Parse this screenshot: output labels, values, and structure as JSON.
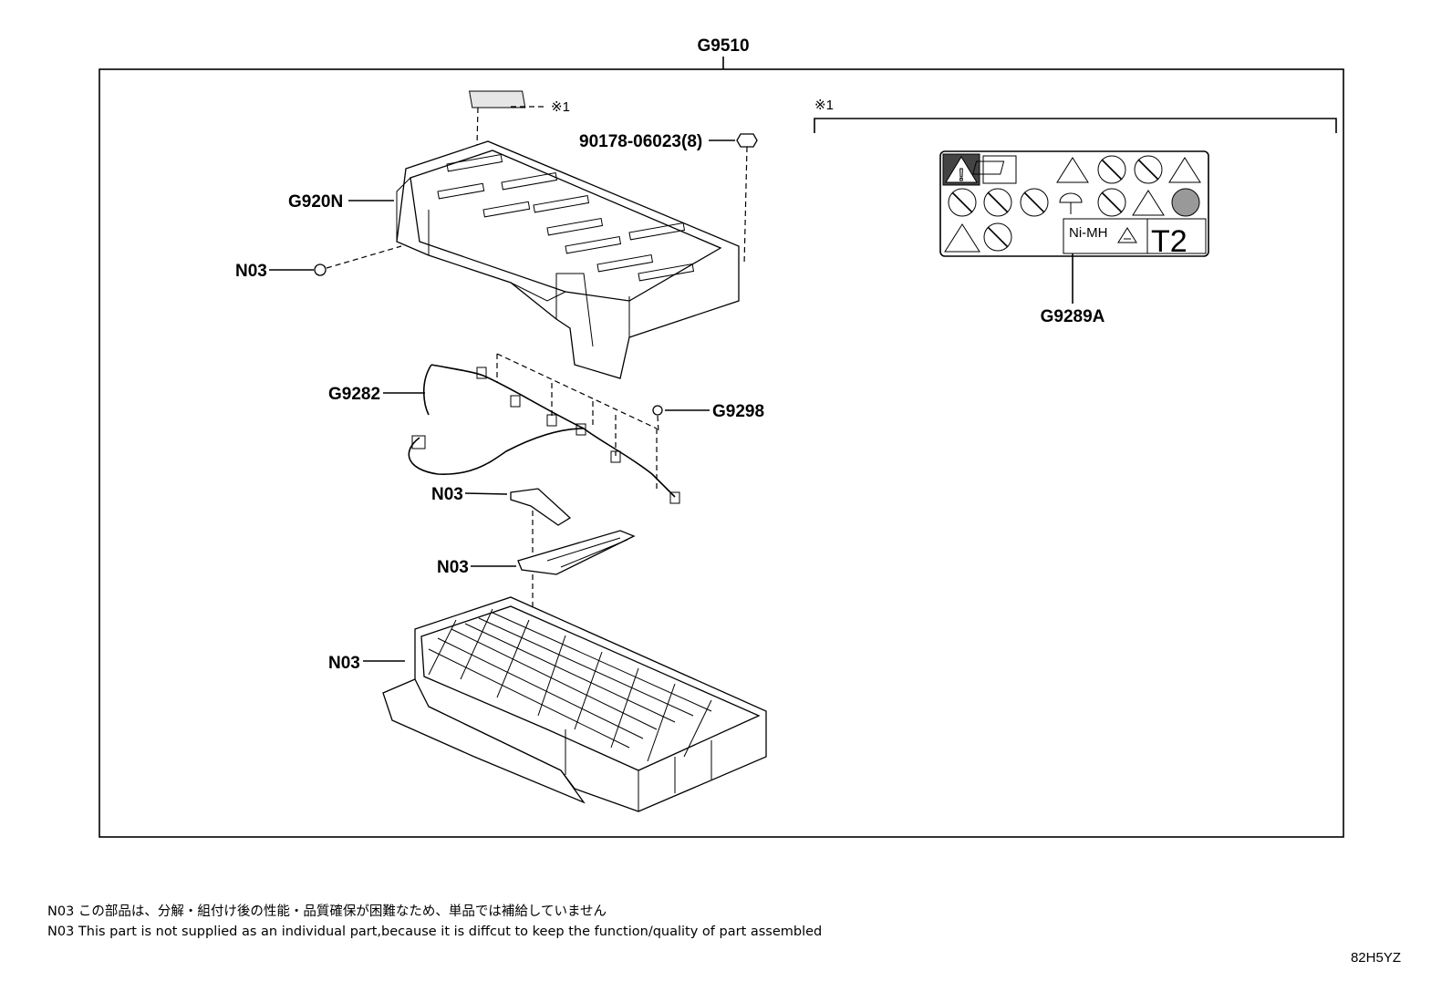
{
  "labels": {
    "assembly": "G9510",
    "cover": "G920N",
    "nut": "90178-06023(8)",
    "note_mark_top": "※1",
    "note_mark_right": "※1",
    "n03_left_top": "N03",
    "harness": "G9282",
    "clip": "G9298",
    "n03_bracket_1": "N03",
    "n03_bracket_2": "N03",
    "n03_battery": "N03",
    "label_part": "G9289A"
  },
  "warning_label": {
    "chemistry": "Ni-MH",
    "class": "T2"
  },
  "icons": {
    "warning": "warning-triangle-icon",
    "manual": "read-manual-icon",
    "recycle": "recycle-icon"
  },
  "notes": {
    "japanese": "N03 この部品は、分解・組付け後の性能・品質確保が困難なため、単品では補給していません",
    "english": "N03 This part is not supplied as an  individual part,because it is diffcut to keep the function/quality of part assembled"
  },
  "diagram_code": "82H5YZ"
}
